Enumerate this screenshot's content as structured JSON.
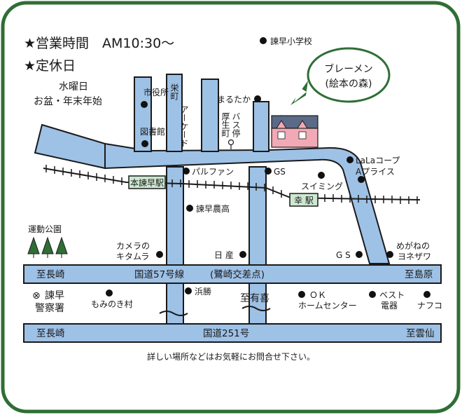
{
  "colors": {
    "border": "#2f6e35",
    "road": "#9ec1e6",
    "station_fill": "#cde8d0",
    "house_wall": "#f2a9b6",
    "house_roof": "#5b6a86",
    "tree": "#2f6e35"
  },
  "header": {
    "hours_label": "★営業時間　AM10:30～",
    "closed_label": "★定休日",
    "closed_days_1": "水曜日",
    "closed_days_2": "お盆・年末年始"
  },
  "callout": {
    "line1": "ブレーメン",
    "line2": "(絵本の森)"
  },
  "icons": {
    "shop": "house-icon",
    "park": "tree-icon",
    "bus_stop": "bus-stop-icon",
    "police": "police-icon",
    "landmark": "dot-icon"
  },
  "roads": {
    "arcade_1": "栄町",
    "arcade_2": "アーケード",
    "national_57": "国道57号線",
    "koten": "(鷺崎交差点)",
    "national_251": "国道251号"
  },
  "stations": {
    "hon_isahaya": "本諫早駅",
    "saiwai": "幸 駅"
  },
  "directions": {
    "nagasaki_top": "至長崎",
    "shimabara": "至島原",
    "ariake": "至有喜",
    "nagasaki_bottom": "至長崎",
    "unzen": "至雲仙"
  },
  "landmarks": {
    "elem_school": "諫早小学校",
    "city_hall": "市役所",
    "library": "図書館",
    "marutaka": "まるたか",
    "bus_stop_1": "厚生町",
    "bus_stop_2": "バス停",
    "lala_coop": "LaLaコープ",
    "a_price": "Aプライス",
    "gs_1": "GS",
    "parfan": "パルファン",
    "swimming": "スイミング",
    "isahaya_agri": "諫早農高",
    "park": "運動公園",
    "camera_1": "カメラの",
    "camera_2": "キタムラ",
    "nissan": "日 産",
    "gs_2": "G S",
    "optician_1": "めがねの",
    "optician_2": "ヨネザワ",
    "police_1": "諫早",
    "police_2": "警察署",
    "police_mark": "⊗",
    "mominoki": "もみのき村",
    "hamakatsu": "浜勝",
    "ok_1": "ＯＫ",
    "ok_2": "ホームセンター",
    "best_1": "ベスト",
    "best_2": "電器",
    "nafuko": "ナフコ"
  },
  "footer": {
    "note": "詳しい場所などはお気軽にお問合せ下さい。"
  }
}
